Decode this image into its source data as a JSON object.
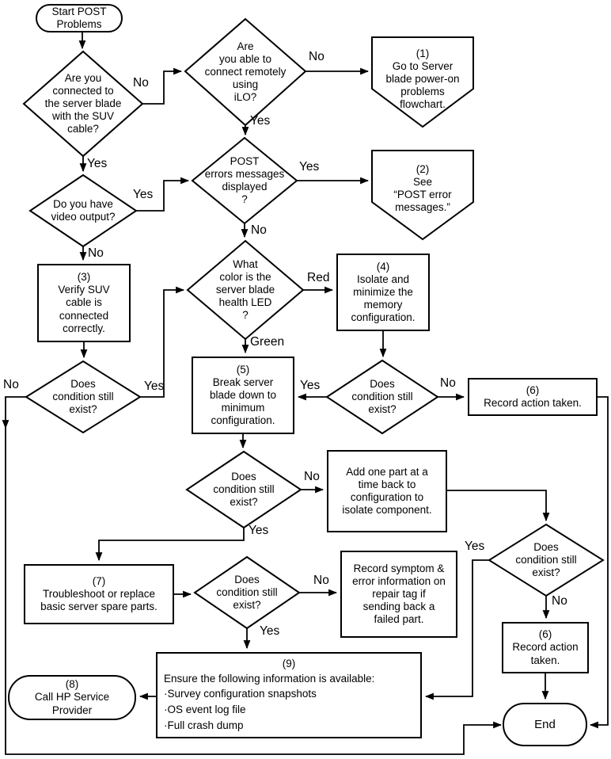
{
  "flowchart": {
    "colors": {
      "line": "#000000",
      "fill": "#ffffff",
      "text": "#000000"
    },
    "nodes": {
      "start": {
        "label": "Start POST\nProblems"
      },
      "d_suv": {
        "label": "Are you\nconnected to\nthe server blade\nwith the SUV\ncable?"
      },
      "d_ilo": {
        "label": "Are\nyou able to\nconnect remotely\nusing\niLO?"
      },
      "n1": {
        "label": "(1)\nGo to Server\nblade power-on\nproblems\nflowchart."
      },
      "d_post": {
        "label": "POST\nerrors messages\ndisplayed\n?"
      },
      "n2": {
        "label": "(2)\nSee\n“POST error\nmessages.”"
      },
      "d_video": {
        "label": "Do you have\nvideo output?"
      },
      "n3": {
        "label": "(3)\nVerify SUV\ncable is\nconnected\ncorrectly."
      },
      "d_led": {
        "label": "What\ncolor is the\nserver blade\nhealth LED\n?"
      },
      "n4": {
        "label": "(4)\nIsolate and\nminimize the\nmemory\nconfiguration."
      },
      "d_exist_left": {
        "label": "Does\ncondition still\nexist?"
      },
      "n5": {
        "label": "(5)\nBreak server\nblade down to\nminimum\nconfiguration."
      },
      "d_exist_mid": {
        "label": "Does\ncondition still\nexist?"
      },
      "n6a": {
        "label": "(6)\nRecord action taken."
      },
      "d_exist_add": {
        "label": "Does\ncondition still\nexist?"
      },
      "n_add": {
        "label": "Add one part at a\ntime back to\nconfiguration to\nisolate component."
      },
      "d_exist_right": {
        "label": "Does\ncondition still\nexist?"
      },
      "n7": {
        "label": "(7)\nTroubleshoot or replace\nbasic server spare parts."
      },
      "d_exist_ts": {
        "label": "Does\ncondition still\nexist?"
      },
      "n_rs": {
        "label": "Record symptom &\nerror information on\nrepair tag if\nsending back a\nfailed part."
      },
      "n6b": {
        "label": "(6)\nRecord action\ntaken."
      },
      "n9": {
        "title": "(9)",
        "body": "Ensure the following information is available:\n·Survey configuration snapshots\n·OS event log file\n·Full crash dump"
      },
      "n8": {
        "label": "(8)\nCall HP Service\nProvider"
      },
      "end": {
        "label": "End"
      }
    },
    "edge_labels": {
      "suv_no": "No",
      "suv_yes": "Yes",
      "ilo_no": "No",
      "ilo_yes": "Yes",
      "post_yes": "Yes",
      "post_no": "No",
      "video_yes": "Yes",
      "video_no": "No",
      "led_red": "Red",
      "led_green": "Green",
      "exist_left_no": "No",
      "exist_left_yes": "Yes",
      "exist_mid_yes": "Yes",
      "exist_mid_no": "No",
      "exist_add_no": "No",
      "exist_add_yes": "Yes",
      "exist_right_yes": "Yes",
      "exist_right_no": "No",
      "exist_ts_no": "No",
      "exist_ts_yes": "Yes"
    }
  }
}
